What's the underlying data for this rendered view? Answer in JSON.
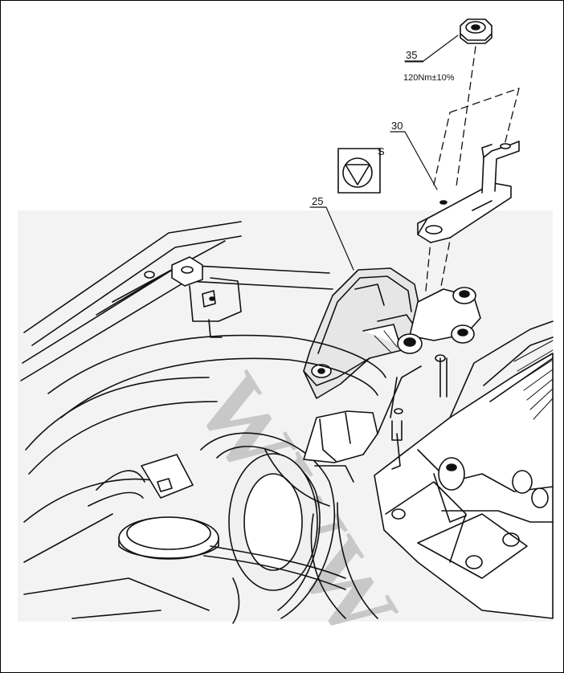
{
  "diagram": {
    "callouts": [
      {
        "id": "35",
        "label": "35",
        "note": "120Nm±10%"
      },
      {
        "id": "30",
        "label": "30"
      },
      {
        "id": "25",
        "label": "25"
      }
    ],
    "symbol": {
      "letter": "S"
    },
    "watermark": "WWW",
    "colors": {
      "line": "#111111",
      "shade": "#e6e6e6",
      "watermark": "#c8c8c8"
    }
  }
}
